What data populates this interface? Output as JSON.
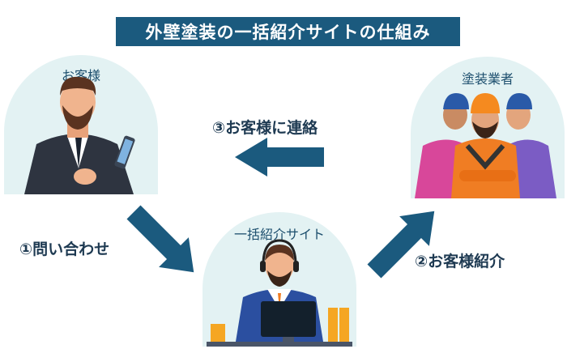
{
  "title": "外壁塗装の一括紹介サイトの仕組み",
  "nodes": {
    "customer": "お客様",
    "contractors": "塗装業者",
    "site": "一括紹介サイト"
  },
  "steps": {
    "inquiry": "①問い合わせ",
    "referral": "②お客様紹介",
    "contact": "③お客様に連絡"
  },
  "colors": {
    "accent": "#1b5a7e",
    "panel": "#e3f2f3"
  }
}
